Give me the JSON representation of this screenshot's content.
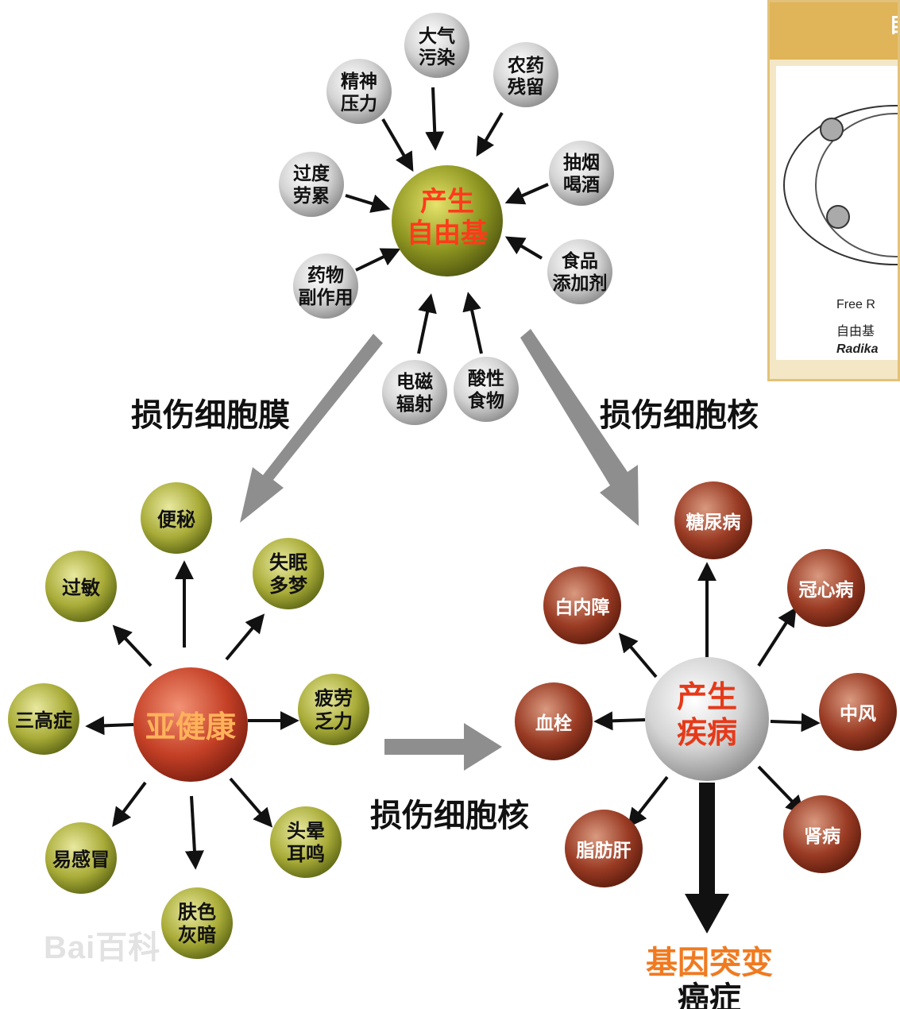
{
  "diagram": {
    "center_top": {
      "line1": "产生",
      "line2": "自由基"
    },
    "causes": [
      {
        "id": "air",
        "lines": [
          "大气",
          "污染"
        ]
      },
      {
        "id": "pesticide",
        "lines": [
          "农药",
          "残留"
        ]
      },
      {
        "id": "smoke",
        "lines": [
          "抽烟",
          "喝酒"
        ]
      },
      {
        "id": "food-additive",
        "lines": [
          "食品",
          "添加剂"
        ]
      },
      {
        "id": "acid-food",
        "lines": [
          "酸性",
          "食物"
        ]
      },
      {
        "id": "radiation",
        "lines": [
          "电磁",
          "辐射"
        ]
      },
      {
        "id": "drug-side",
        "lines": [
          "药物",
          "副作用"
        ]
      },
      {
        "id": "overwork",
        "lines": [
          "过度",
          "劳累"
        ]
      },
      {
        "id": "stress",
        "lines": [
          "精神",
          "压力"
        ]
      }
    ],
    "arrow_labels": {
      "left": "损伤细胞膜",
      "right": "损伤细胞核",
      "middle": "损伤细胞核"
    },
    "center_left": {
      "text": "亚健康"
    },
    "subhealth": [
      {
        "id": "constipation",
        "lines": [
          "便秘"
        ]
      },
      {
        "id": "insomnia",
        "lines": [
          "失眠",
          "多梦"
        ]
      },
      {
        "id": "fatigue",
        "lines": [
          "疲劳",
          "乏力"
        ]
      },
      {
        "id": "dizziness",
        "lines": [
          "头晕",
          "耳鸣"
        ]
      },
      {
        "id": "dull-skin",
        "lines": [
          "肤色",
          "灰暗"
        ]
      },
      {
        "id": "cold",
        "lines": [
          "易感冒"
        ]
      },
      {
        "id": "three-highs",
        "lines": [
          "三高症"
        ]
      },
      {
        "id": "allergy",
        "lines": [
          "过敏"
        ]
      }
    ],
    "center_right": {
      "line1": "产生",
      "line2": "疾病"
    },
    "diseases": [
      {
        "id": "diabetes",
        "lines": [
          "糖尿病"
        ]
      },
      {
        "id": "coronary",
        "lines": [
          "冠心病"
        ]
      },
      {
        "id": "stroke",
        "lines": [
          "中风"
        ]
      },
      {
        "id": "kidney",
        "lines": [
          "肾病"
        ]
      },
      {
        "id": "fatty-liver",
        "lines": [
          "脂肪肝"
        ]
      },
      {
        "id": "thrombus",
        "lines": [
          "血栓"
        ]
      },
      {
        "id": "cataract",
        "lines": [
          "白内障"
        ]
      }
    ],
    "bottom": {
      "line1": "基因突变",
      "line2": "癌症"
    }
  },
  "inset": {
    "header": "自",
    "caption_lines": [
      "Free R",
      "自由基",
      "Radika"
    ]
  },
  "watermark": "Bai百科",
  "colors": {
    "grey_node": "#d6d6d6",
    "olive": "#8f9a1e",
    "olive_light": "#c3c25a",
    "red_center": "#c8452a",
    "disease_red": "#9a3b24",
    "text_red": "#e53a1a",
    "arrow_grey": "#8e8e8e",
    "orange_text": "#f07a20"
  }
}
